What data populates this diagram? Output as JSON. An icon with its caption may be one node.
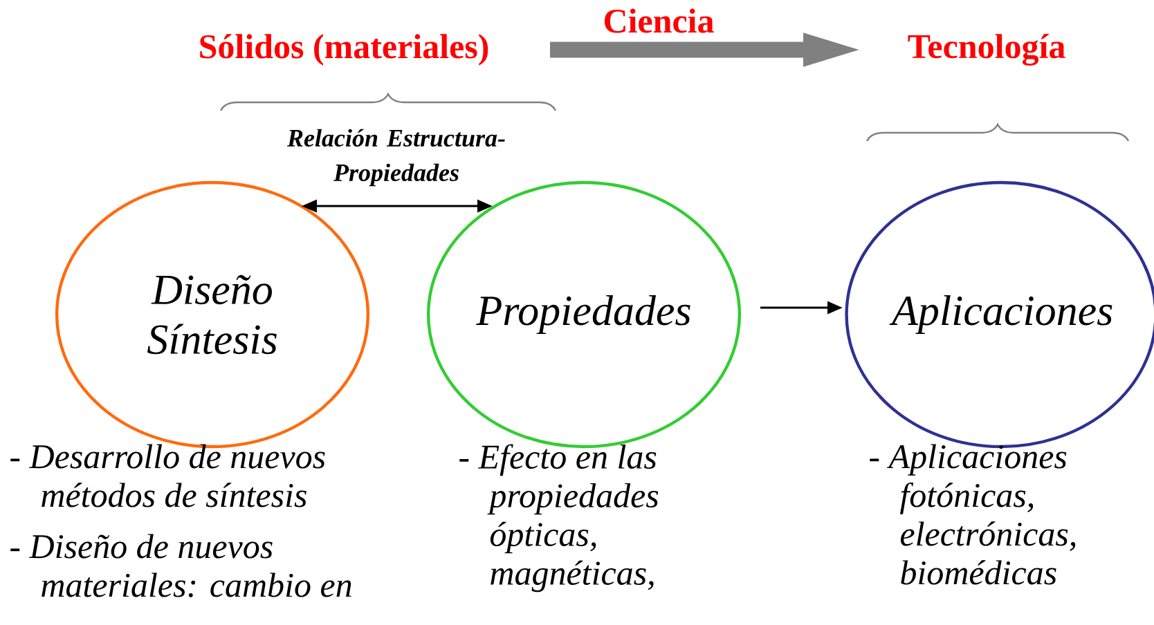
{
  "diagram": {
    "nodes": [
      {
        "text": [
          "Sólidos (materiales)"
        ]
      },
      {
        "text": [
          "Tecnología"
        ]
      },
      {
        "text": [
          "Diseño Síntesis"
        ],
        "beside": [
          "- Desarrollo de nuevos métodos de síntesis",
          "- Diseño de nuevos materiales: cambio en"
        ]
      },
      {
        "text": [
          "Propiedades"
        ],
        "beside": [
          "- Efecto en las propiedades ópticas, magnéticas,"
        ]
      },
      {
        "text": [
          "Aplicaciones"
        ],
        "beside": [
          "- Aplicaciones fotónicas, electrónicas, biomédicas"
        ]
      }
    ],
    "edges": [
      {
        "from": 0,
        "to": 1,
        "arrow": "to",
        "label": "Ciencia",
        "style": "thick",
        "color": "#808080"
      },
      {
        "from": 2,
        "to": 3,
        "arrow": "both",
        "label": "Relación Estructura-Propiedades"
      },
      {
        "from": 3,
        "to": 4,
        "arrow": "to"
      }
    ]
  }
}
